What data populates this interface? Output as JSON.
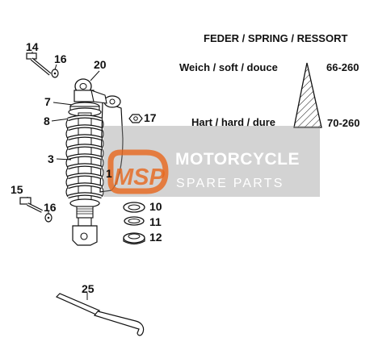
{
  "spring_table": {
    "header": "FEDER / SPRING / RESSORT",
    "soft_label": "Weich / soft / douce",
    "soft_value": "66-260",
    "hard_label": "Hart / hard / dure",
    "hard_value": "70-260"
  },
  "callouts": {
    "p14": "14",
    "p16a": "16",
    "p20": "20",
    "p7": "7",
    "p8": "8",
    "p17": "17",
    "p3": "3",
    "p1": "1",
    "p15": "15",
    "p16b": "16",
    "p10": "10",
    "p11": "11",
    "p12": "12",
    "p25": "25"
  },
  "watermark": {
    "logo_text": "MSP",
    "title": "MOTORCYCLE",
    "subtitle": "SPARE PARTS",
    "accent_color": "#e8671c"
  }
}
